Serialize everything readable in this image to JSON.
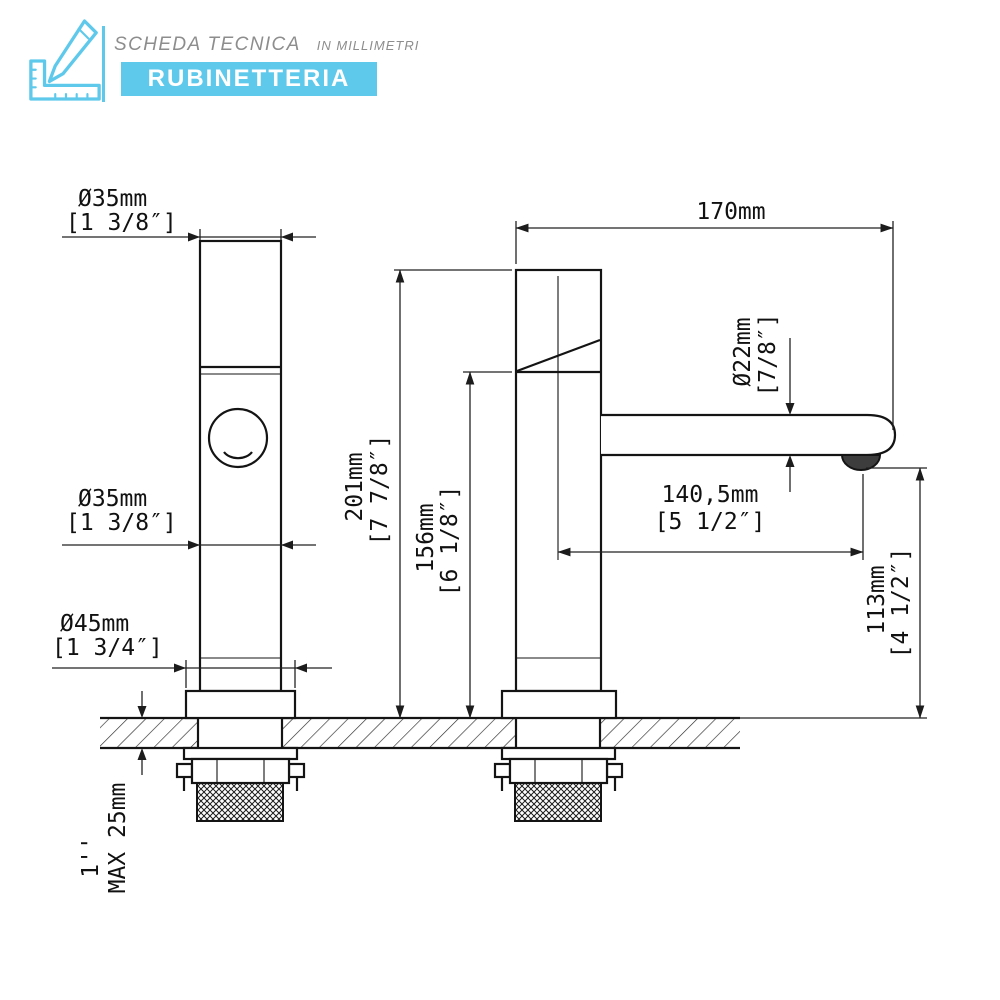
{
  "header": {
    "title": "SCHEDA TECNICA",
    "subtitle": "IN MILLIMETRI",
    "brand": "RUBINETTERIA"
  },
  "colors": {
    "accent": "#5fc9ec",
    "line": "#141414",
    "muted_text": "#8d8d8d"
  },
  "dims": {
    "top_diameter_mm": "Ø35mm",
    "top_diameter_in": "[1 3/8″]",
    "body_diameter_mm": "Ø35mm",
    "body_diameter_in": "[1 3/8″]",
    "base_diameter_mm": "Ø45mm",
    "base_diameter_in": "[1 3/4″]",
    "overall_width_mm": "170mm",
    "spout_diameter_mm": "Ø22mm",
    "spout_diameter_in": "[7/8″]",
    "overall_height_mm": "201mm",
    "overall_height_in": "[7 7/8″]",
    "body_height_mm": "156mm",
    "body_height_in": "[6 1/8″]",
    "spout_reach_mm": "140,5mm",
    "spout_reach_in": "[5 1/2″]",
    "spout_height_mm": "113mm",
    "spout_height_in": "[4 1/2″]",
    "max_counter_thickness": "MAX 25mm",
    "thread_size": "1''"
  }
}
